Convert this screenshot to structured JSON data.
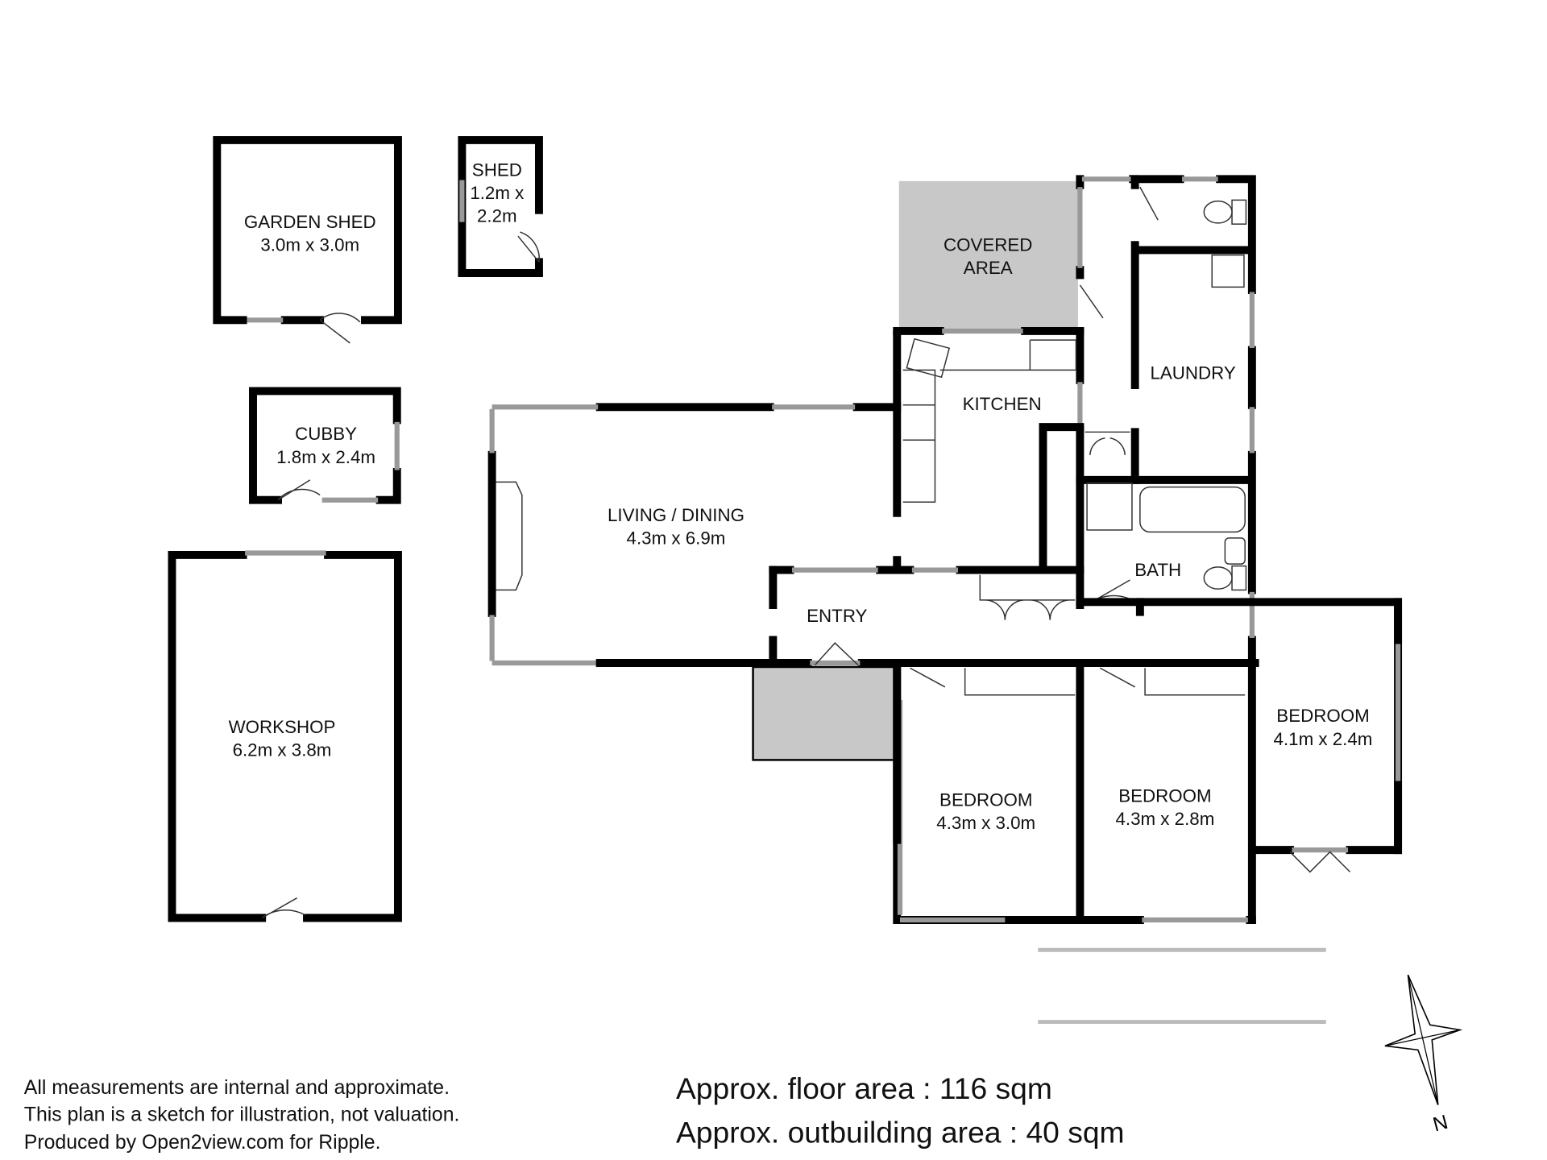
{
  "rooms": {
    "garden_shed": {
      "name": "GARDEN SHED",
      "size": "3.0m x 3.0m"
    },
    "shed": {
      "name": "SHED",
      "size_line1": "1.2m x",
      "size_line2": "2.2m"
    },
    "cubby": {
      "name": "CUBBY",
      "size": "1.8m x 2.4m"
    },
    "workshop": {
      "name": "WORKSHOP",
      "size": "6.2m x 3.8m"
    },
    "covered_area": {
      "line1": "COVERED",
      "line2": "AREA"
    },
    "kitchen": {
      "name": "KITCHEN"
    },
    "laundry": {
      "name": "LAUNDRY"
    },
    "bath": {
      "name": "BATH"
    },
    "living_dining": {
      "name": "LIVING / DINING",
      "size": "4.3m x 6.9m"
    },
    "entry": {
      "name": "ENTRY"
    },
    "bedroom1": {
      "name": "BEDROOM",
      "size": "4.3m x 3.0m"
    },
    "bedroom2": {
      "name": "BEDROOM",
      "size": "4.3m x 2.8m"
    },
    "bedroom3": {
      "name": "BEDROOM",
      "size": "4.1m x 2.4m"
    }
  },
  "notes": [
    "All measurements are internal and approximate.",
    "This plan is a sketch for illustration, not valuation.",
    "Produced by Open2view.com for Ripple."
  ],
  "areas": {
    "floor": "Approx. floor area : 116 sqm",
    "outbuilding": "Approx. outbuilding area : 40 sqm"
  },
  "compass": {
    "label": "N"
  },
  "colors": {
    "wall": "#000000",
    "covered": "#c8c8c8",
    "window": "#999999"
  }
}
